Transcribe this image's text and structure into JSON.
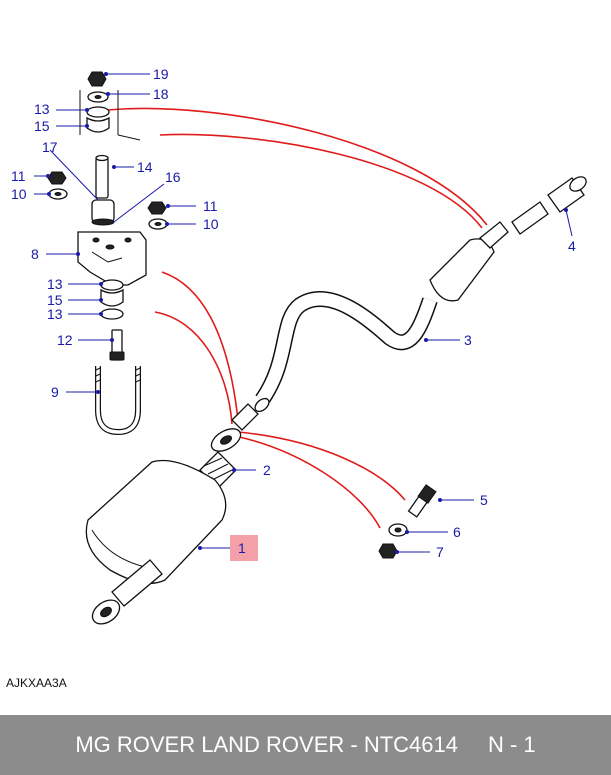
{
  "diagram": {
    "drawing_code": "AJKXAA3A",
    "highlight_color": "#f4a0a8",
    "callout_color": "#e11b1b",
    "label_color": "#1a1aa8",
    "part_numbers": {
      "p1": "1",
      "p2": "2",
      "p3": "3",
      "p4": "4",
      "p5": "5",
      "p6": "6",
      "p7": "7",
      "p8": "8",
      "p9": "9",
      "p10a": "10",
      "p10b": "10",
      "p11a": "11",
      "p11b": "11",
      "p12": "12",
      "p13a": "13",
      "p13b": "13",
      "p13c": "13",
      "p14": "14",
      "p15a": "15",
      "p15b": "15",
      "p16": "16",
      "p17": "17",
      "p18": "18",
      "p19": "19"
    }
  },
  "footer": {
    "brand": "MG ROVER LAND ROVER",
    "separator": " - ",
    "part_code": "NTC4614",
    "page": "N - 1",
    "background": "#8c8c8c"
  }
}
